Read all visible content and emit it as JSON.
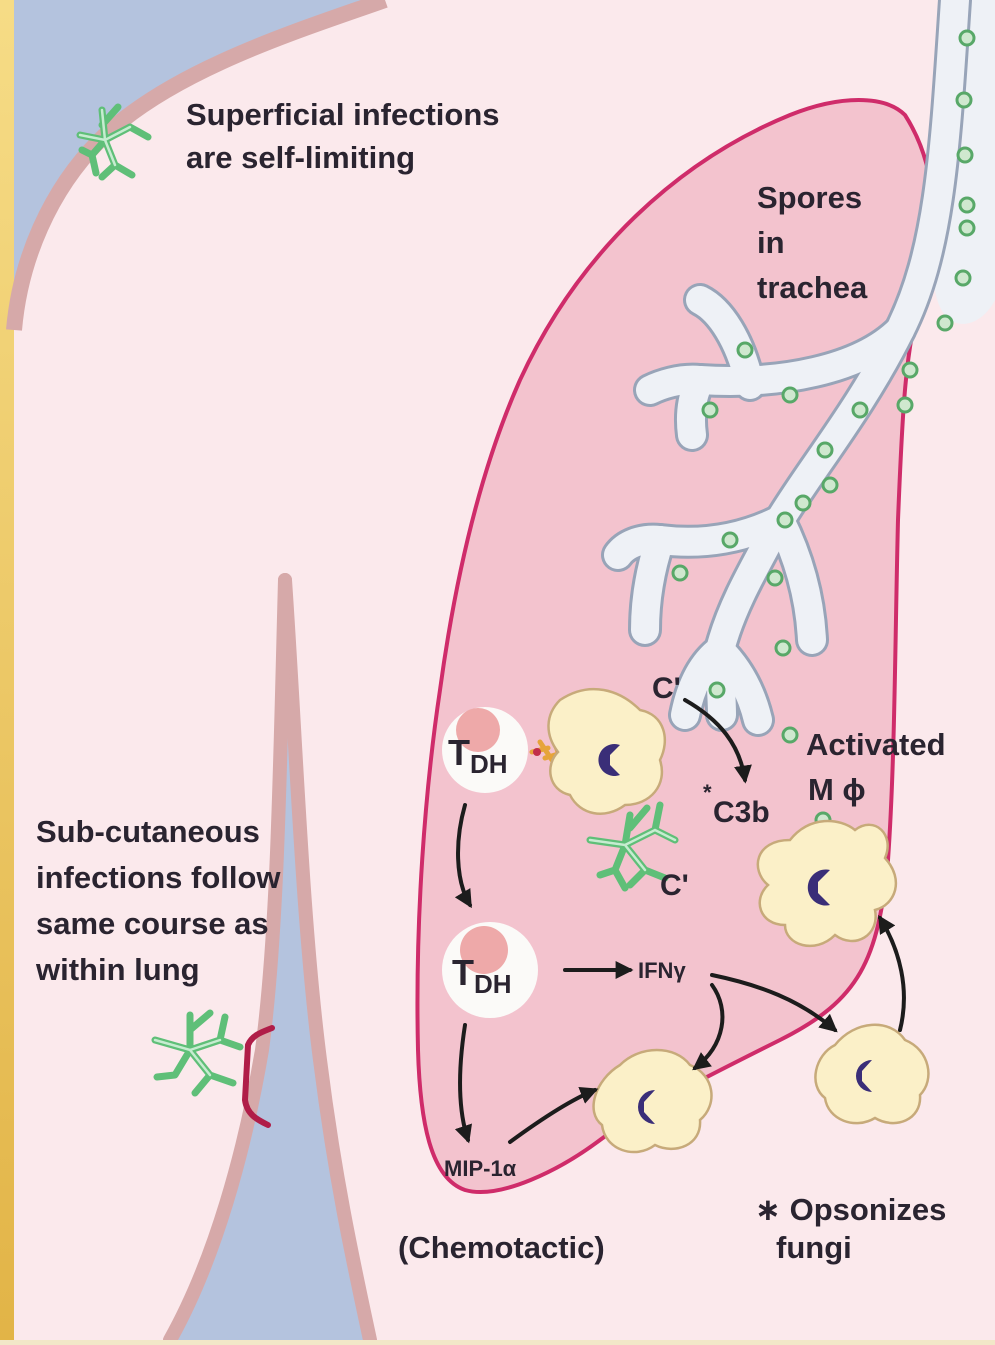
{
  "labels": {
    "superficial_line1": "Superficial infections",
    "superficial_line2": "are self-limiting",
    "spores_line1": "Spores",
    "spores_line2": "in",
    "spores_line3": "trachea",
    "subcutaneous_line1": "Sub-cutaneous",
    "subcutaneous_line2": "infections follow",
    "subcutaneous_line3": "same course as",
    "subcutaneous_line4": "within lung",
    "complement_top": "C'",
    "complement_mid": "C'",
    "c3b": "C3b",
    "c3b_star": "*",
    "activated_line1": "Activated",
    "activated_line2": "M ϕ",
    "tdh_t": "T",
    "tdh_sub": "DH",
    "ifn": "IFNγ",
    "mip": "MIP-1α",
    "chemotactic": "(Chemotactic)",
    "opsonizes_line1": "∗ Opsonizes",
    "opsonizes_line2": "fungi"
  },
  "colors": {
    "background": "#fbe9ec",
    "frame": "#e3b84a",
    "vessel_blue": "#b4c3de",
    "tissue_stripe": "#d6a9a9",
    "lung_fill": "#f3c3ce",
    "lung_outline": "#cf2c6a",
    "airway": "#eef1f6",
    "spore": "#58a868",
    "fungus": "#5fbf78",
    "macrophage": "#fbf0c8",
    "nucleus": "#3a2e78"
  },
  "icons": [
    "fungus-hyphae-icon",
    "spore-icon",
    "macrophage-icon",
    "t-cell-icon",
    "antibody-bracket-icon",
    "cytokine-burst-icon"
  ]
}
